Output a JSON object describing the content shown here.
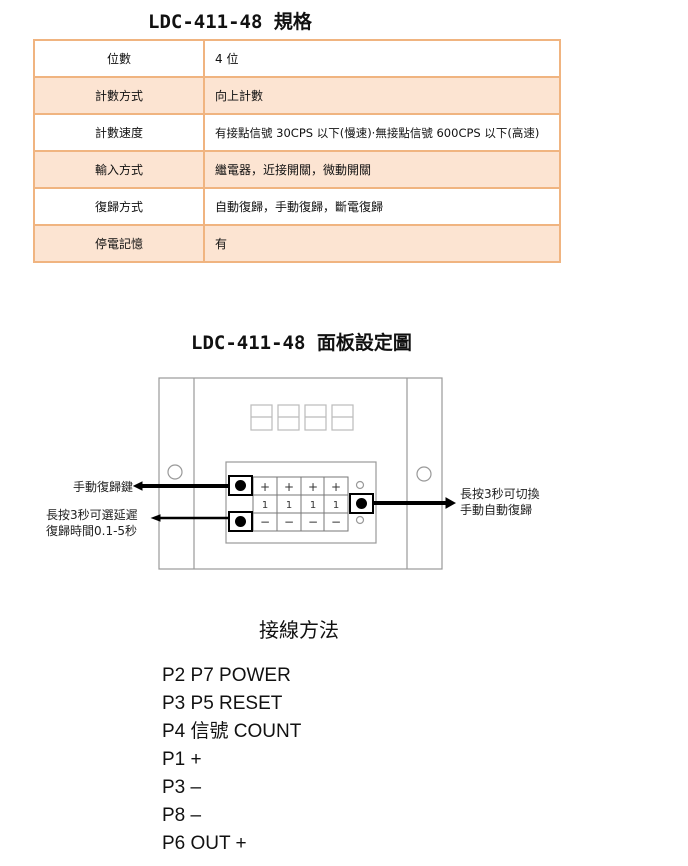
{
  "spec_title": "LDC-411-48 規格",
  "spec_rows": [
    {
      "key": "位數",
      "value": "4 位"
    },
    {
      "key": "計數方式",
      "value": "向上計數"
    },
    {
      "key": "計數速度",
      "value": "有接點信號 30CPS 以下(慢速)‧無接點信號 600CPS 以下(高速)"
    },
    {
      "key": "輸入方式",
      "value": "繼電器，近接開關，微動開關"
    },
    {
      "key": "復歸方式",
      "value": "自動復歸，手動復歸，斷電復歸"
    },
    {
      "key": "停電記憶",
      "value": "有"
    }
  ],
  "panel_title": "LDC-411-48 面板設定圖",
  "panel": {
    "label_manual_reset": "手動復歸鍵",
    "label_delay_1": "長按3秒可選延遲",
    "label_delay_2": "復歸時間0.1-5秒",
    "label_switch_1": "長按3秒可切換",
    "label_switch_2": "手動自動復歸",
    "plus": "+",
    "one": "1",
    "minus": "−"
  },
  "wiring_title": "接線方法",
  "wiring": [
    "P2 P7 POWER",
    "P3 P5 RESET",
    "P4 信號 COUNT",
    "P1 +",
    "P3 –",
    "P8 –",
    "P6 OUT +"
  ]
}
